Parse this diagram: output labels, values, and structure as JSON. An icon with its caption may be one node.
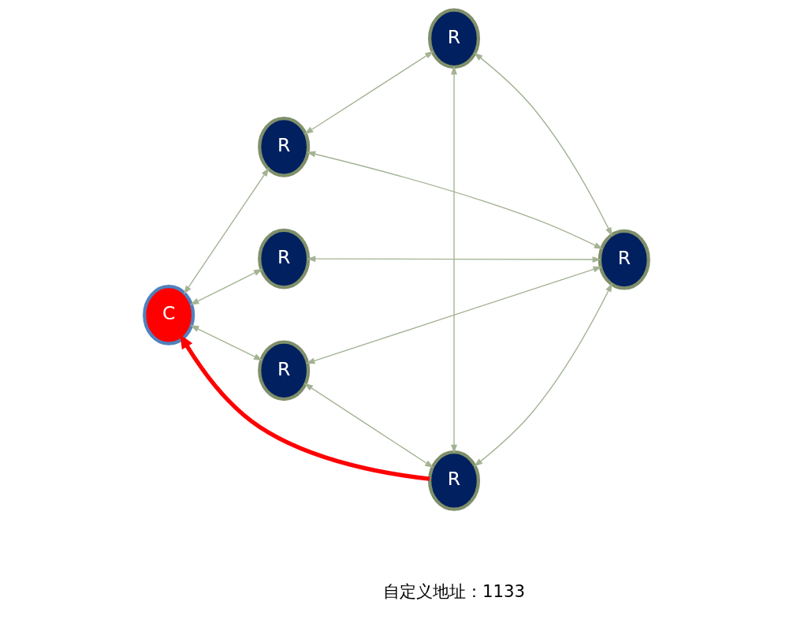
{
  "diagram": {
    "nodes": [
      {
        "text": [
          "C"
        ]
      },
      {
        "text": [
          "R"
        ]
      },
      {
        "text": [
          "R"
        ]
      },
      {
        "text": [
          "R"
        ]
      },
      {
        "text": [
          "R"
        ]
      },
      {
        "text": [
          "R"
        ]
      },
      {
        "text": [
          "R"
        ]
      }
    ],
    "edges": [
      {
        "from": 0,
        "to": 1,
        "arrow": "both"
      },
      {
        "from": 0,
        "to": 3,
        "arrow": "both"
      },
      {
        "from": 0,
        "to": 5,
        "arrow": "both"
      },
      {
        "from": 1,
        "to": 2,
        "arrow": "both"
      },
      {
        "from": 1,
        "to": 4,
        "arrow": "both"
      },
      {
        "from": 2,
        "to": 4,
        "arrow": "both"
      },
      {
        "from": 2,
        "to": 6,
        "arrow": "both"
      },
      {
        "from": 3,
        "to": 4,
        "arrow": "both"
      },
      {
        "from": 4,
        "to": 5,
        "arrow": "both"
      },
      {
        "from": 4,
        "to": 6,
        "arrow": "both"
      },
      {
        "from": 5,
        "to": 6,
        "arrow": "both"
      },
      {
        "from": 6,
        "to": 0,
        "arrow": "to",
        "style": "thick",
        "color": "#ff0000"
      }
    ],
    "labels": [
      "自定义地址：1133"
    ]
  }
}
